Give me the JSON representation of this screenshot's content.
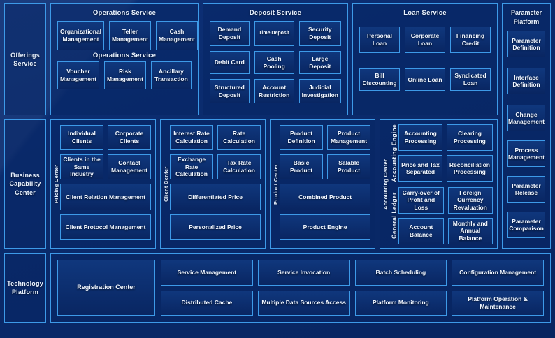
{
  "bands": {
    "offerings": {
      "label": "Offerings Service",
      "groups": [
        {
          "title": "Operations Service",
          "mid_title": "Operations Service",
          "tiles": [
            "Organizational Management",
            "Teller Management",
            "Cash Management",
            "Voucher Management",
            "Risk Management",
            "Ancillary Transaction"
          ]
        },
        {
          "title": "Deposit Service",
          "tiles": [
            "Demand Deposit",
            "Time Deposit",
            "Security Deposit",
            "Debit Card",
            "Cash Pooling",
            "Large Deposit",
            "Structured Deposit",
            "Account Restriction",
            "Judicial Investigation"
          ]
        },
        {
          "title": "Loan Service",
          "tiles": [
            "Personal Loan",
            "Corporate Loan",
            "Financing Credit",
            "Bill Discounting",
            "Online Loan",
            "Syndicated Loan"
          ]
        }
      ]
    },
    "business": {
      "label": "Business Capability Center",
      "columns": [
        {
          "vcap": "Pricing Center",
          "pairs": [
            "Individual Clients",
            "Corporate Clients",
            "Clients in the Same Industry",
            "Contact Management"
          ],
          "wide": [
            "Client Relation Management",
            "Client Protocol Management"
          ]
        },
        {
          "vcap": "Client Center",
          "pairs": [
            "Interest Rate Calculation",
            "Rate Calculation",
            "Exchange Rate Calculation",
            "Tax Rate Calculation"
          ],
          "wide": [
            "Differentiated Price",
            "Personalized Price"
          ]
        },
        {
          "vcap": "Product Center",
          "pairs": [
            "Product Definition",
            "Product Management",
            "Basic Product",
            "Salable Product"
          ],
          "wide": [
            "Combined Product",
            "Product Engine"
          ]
        }
      ],
      "accounting": {
        "vcap": "Accounting Center",
        "sub": [
          {
            "vcap": "Accounting Engine",
            "tiles": [
              "Accounting Processing",
              "Clearing Processing",
              "Price and Tax Separated",
              "Reconciliation Processing"
            ]
          },
          {
            "vcap": "General Ledger",
            "tiles": [
              "Carry-over of Profit and Loss",
              "Foreign Currency Revaluation",
              "Account Balance",
              "Monthly and Annual Balance"
            ]
          }
        ]
      }
    },
    "technology": {
      "label": "Technology Platform",
      "hero": "Registration Center",
      "tiles": [
        "Service Management",
        "Service Invocation",
        "Batch Scheduling",
        "Configuration Management",
        "Distributed Cache",
        "Multiple Data Sources Access",
        "Platform Monitoring",
        "Platform Operation & Maintenance"
      ]
    }
  },
  "sidebar": {
    "title_line1": "Parameter",
    "title_line2": "Platform",
    "items": [
      "Parameter Definition",
      "Interface Definition",
      "Change Management",
      "Process Management",
      "Parameter Release",
      "Parameter Comparison"
    ]
  },
  "colors": {
    "background": "#0a2a6b",
    "border": "#3d9ae8",
    "panel_border": "#2f7fd4",
    "text": "#eaf3ff"
  }
}
